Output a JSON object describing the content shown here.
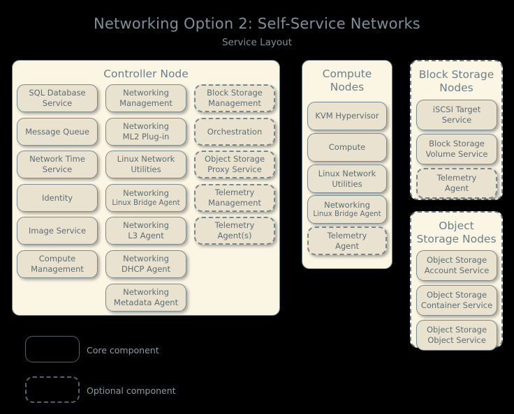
{
  "title": {
    "main": "Networking Option 2: Self-Service Networks",
    "sub": "Service Layout"
  },
  "colors": {
    "background": "#000000",
    "node_fill": "#fbf5e4",
    "service_fill": "#e9e2cf",
    "border": "#6e8089",
    "text": "#5c6e77",
    "title_text": "#7d9099"
  },
  "nodes": [
    {
      "id": "controller",
      "title": "Controller Node",
      "optional": false,
      "columns": [
        {
          "id": "col1",
          "services": [
            {
              "line1": "SQL Database",
              "line2": "Service",
              "optional": false
            },
            {
              "line1": "Message Queue",
              "line2": "",
              "optional": false
            },
            {
              "line1": "Network Time",
              "line2": "Service",
              "optional": false
            },
            {
              "line1": "Identity",
              "line2": "",
              "optional": false
            },
            {
              "line1": "Image Service",
              "line2": "",
              "optional": false
            },
            {
              "line1": "Compute",
              "line2": "Management",
              "optional": false
            }
          ]
        },
        {
          "id": "col2",
          "services": [
            {
              "line1": "Networking",
              "line2": "Management",
              "optional": false
            },
            {
              "line1": "Networking",
              "line2": "ML2 Plug-in",
              "optional": false
            },
            {
              "line1": "Linux Network",
              "line2": "Utilities",
              "optional": false
            },
            {
              "line1": "Networking",
              "line2": "Linux Bridge Agent",
              "optional": false,
              "small2": true
            },
            {
              "line1": "Networking",
              "line2": "L3 Agent",
              "optional": false
            },
            {
              "line1": "Networking",
              "line2": "DHCP Agent",
              "optional": false
            },
            {
              "line1": "Networking",
              "line2": "Metadata Agent",
              "optional": false
            }
          ]
        },
        {
          "id": "col3",
          "services": [
            {
              "line1": "Block Storage",
              "line2": "Management",
              "optional": true
            },
            {
              "line1": "Orchestration",
              "line2": "",
              "optional": true
            },
            {
              "line1": "Object Storage",
              "line2": "Proxy Service",
              "optional": true
            },
            {
              "line1": "Telemetry",
              "line2": "Management",
              "optional": true
            },
            {
              "line1": "Telemetry",
              "line2": "Agent(s)",
              "optional": true
            }
          ]
        }
      ]
    },
    {
      "id": "compute",
      "title_line1": "Compute",
      "title_line2": "Nodes",
      "optional": false,
      "services": [
        {
          "line1": "KVM Hypervisor",
          "line2": "",
          "optional": false
        },
        {
          "line1": "Compute",
          "line2": "",
          "optional": false
        },
        {
          "line1": "Linux Network",
          "line2": "Utilities",
          "optional": false
        },
        {
          "line1": "Networking",
          "line2": "Linux Bridge Agent",
          "optional": false,
          "small2": true
        },
        {
          "line1": "Telemetry",
          "line2": "Agent",
          "optional": true
        }
      ]
    },
    {
      "id": "block-storage",
      "title_line1": "Block Storage",
      "title_line2": "Nodes",
      "optional": true,
      "services": [
        {
          "line1": "iSCSI Target",
          "line2": "Service",
          "optional": false
        },
        {
          "line1": "Block Storage",
          "line2": "Volume Service",
          "optional": false
        },
        {
          "line1": "Telemetry",
          "line2": "Agent",
          "optional": true
        }
      ]
    },
    {
      "id": "object-storage",
      "title_line1": "Object",
      "title_line2": "Storage Nodes",
      "optional": true,
      "services": [
        {
          "line1": "Object Storage",
          "line2": "Account Service",
          "optional": false
        },
        {
          "line1": "Object Storage",
          "line2": "Container Service",
          "optional": false
        },
        {
          "line1": "Object Storage",
          "line2": "Object Service",
          "optional": false
        }
      ]
    }
  ],
  "legend": [
    {
      "id": "core",
      "label": "Core component",
      "optional": false
    },
    {
      "id": "optional",
      "label": "Optional component",
      "optional": true
    }
  ]
}
